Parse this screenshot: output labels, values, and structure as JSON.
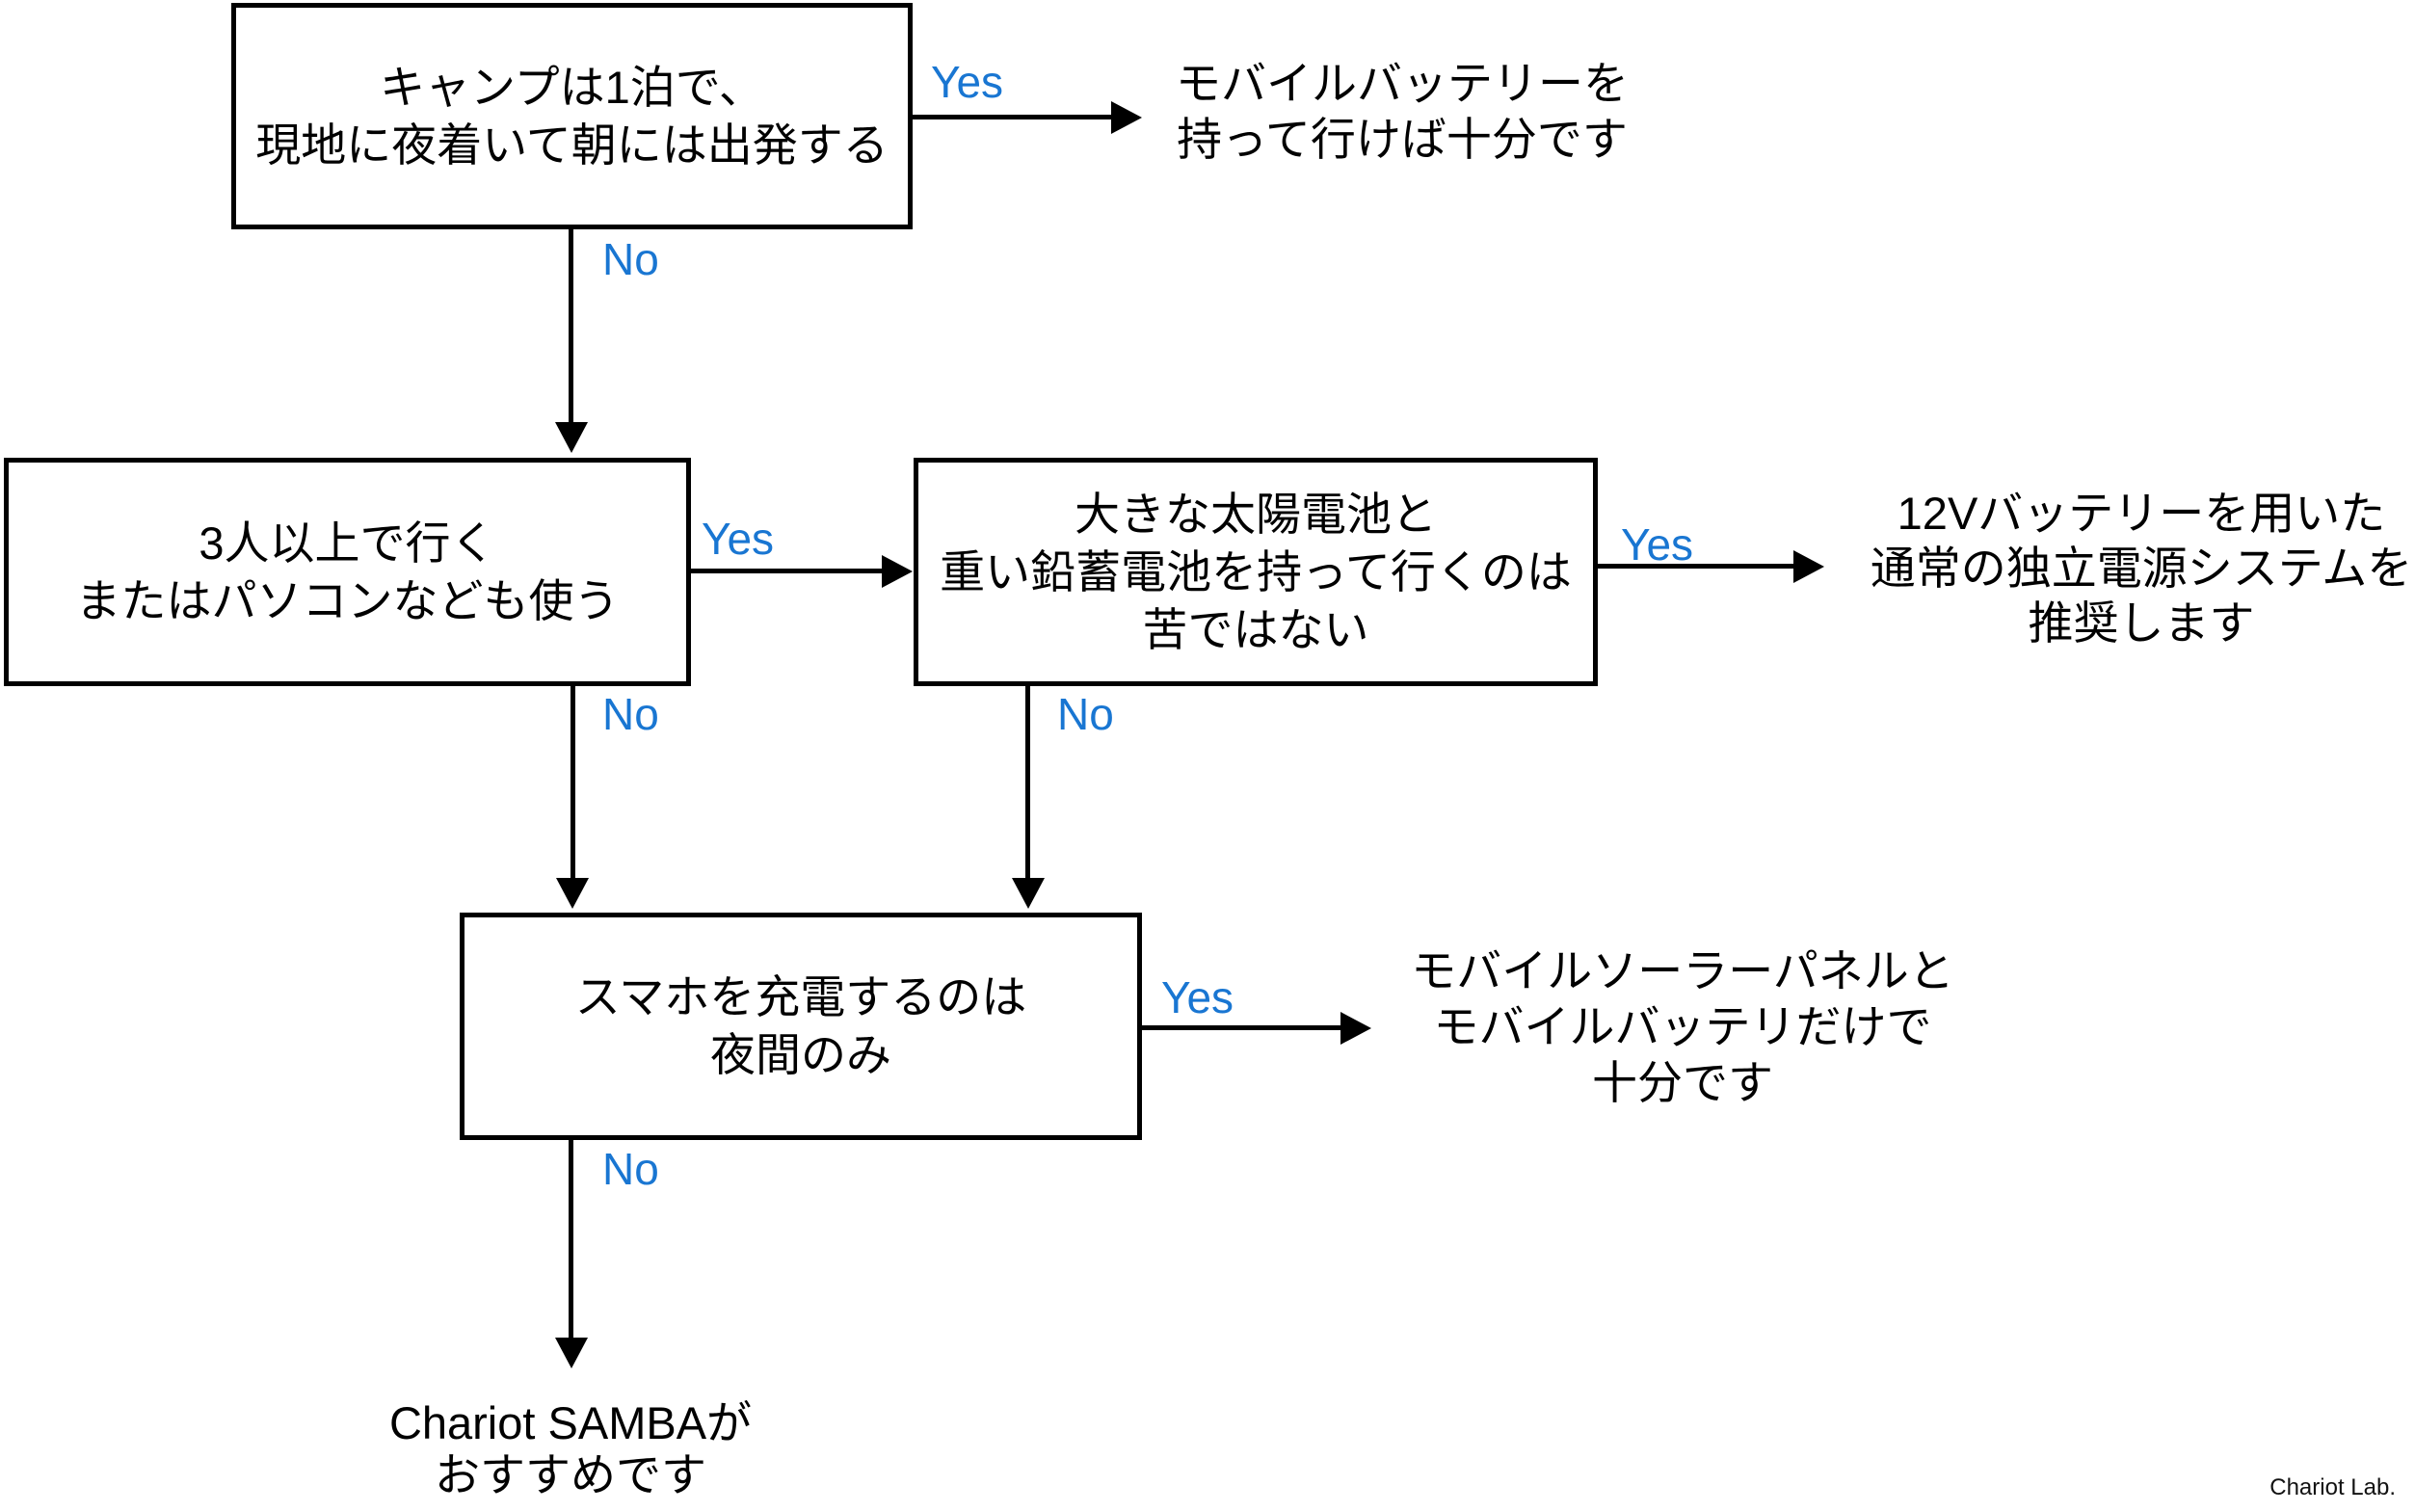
{
  "boxes": {
    "q1": {
      "lines": [
        "キャンプは1泊で、",
        "現地に夜着いて朝には出発する"
      ]
    },
    "q2": {
      "lines": [
        "3人以上で行く",
        "またはパソコンなども使う"
      ]
    },
    "q3": {
      "lines": [
        "大きな太陽電池と",
        "重い鉛蓄電池を持って行くのは",
        "苦ではない"
      ]
    },
    "q4": {
      "lines": [
        "スマホを充電するのは",
        "夜間のみ"
      ]
    }
  },
  "results": {
    "r1": {
      "lines": [
        "モバイルバッテリーを",
        "持って行けば十分です"
      ]
    },
    "r2": {
      "lines": [
        "12Vバッテリーを用いた",
        "通常の独立電源システムを",
        "推奨します"
      ]
    },
    "r3": {
      "lines": [
        "モバイルソーラーパネルと",
        "モバイルバッテリだけで",
        "十分です"
      ]
    },
    "r4": {
      "lines": [
        "Chariot SAMBAが",
        "おすすめです"
      ]
    }
  },
  "edges": {
    "q1_yes": {
      "label": "Yes",
      "from": "q1",
      "to": "r1"
    },
    "q1_no": {
      "label": "No",
      "from": "q1",
      "to": "q2"
    },
    "q2_yes": {
      "label": "Yes",
      "from": "q2",
      "to": "q3"
    },
    "q2_no": {
      "label": "No",
      "from": "q2",
      "to": "q4"
    },
    "q3_yes": {
      "label": "Yes",
      "from": "q3",
      "to": "r2"
    },
    "q3_no": {
      "label": "No",
      "from": "q3",
      "to": "q4"
    },
    "q4_yes": {
      "label": "Yes",
      "from": "q4",
      "to": "r3"
    },
    "q4_no": {
      "label": "No",
      "from": "q4",
      "to": "r4"
    }
  },
  "credit": "Chariot Lab.",
  "colors": {
    "edge_label": "#1976d2",
    "line": "#000000",
    "box_border": "#000000",
    "text": "#000000",
    "background": "#ffffff"
  }
}
